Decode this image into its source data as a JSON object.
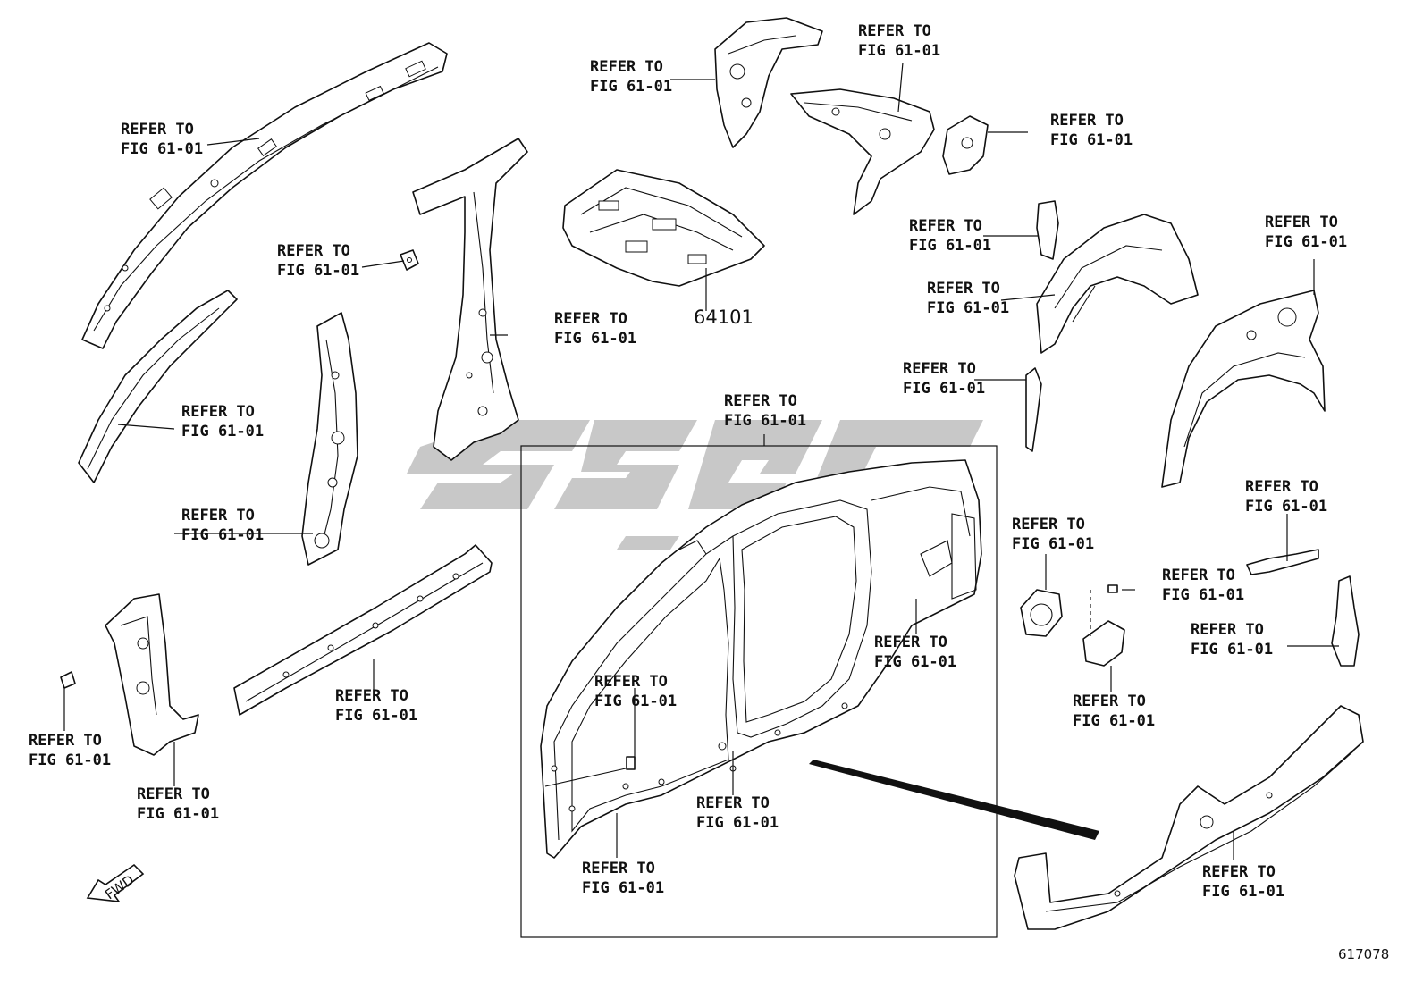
{
  "labels": {
    "refer_line1": "REFER TO",
    "refer_line2": "FIG 61-01"
  },
  "part_number": "64101",
  "fwd_label": "FWD",
  "drawing_number": "617078"
}
